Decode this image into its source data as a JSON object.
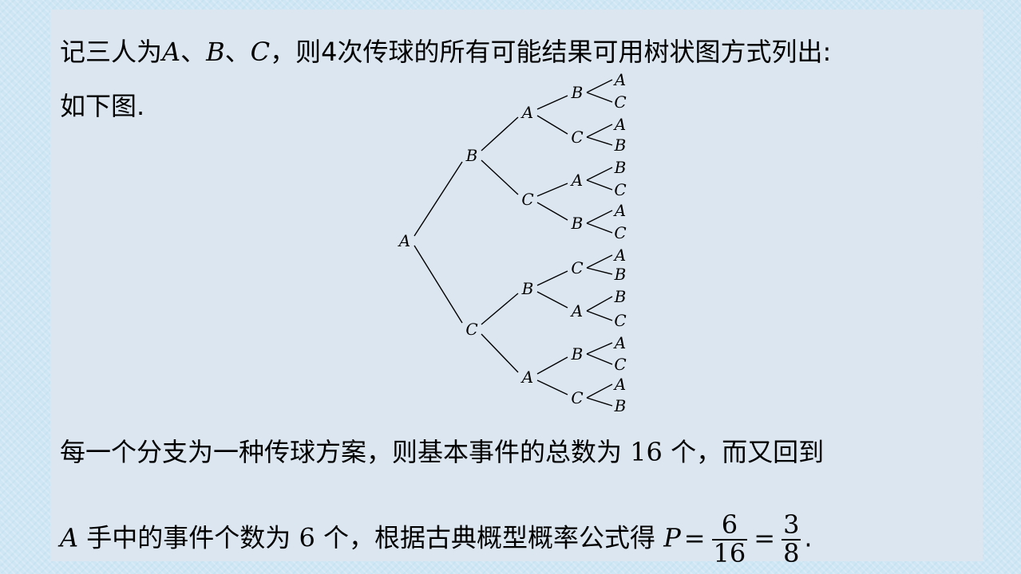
{
  "line1": {
    "prefix": "记三人为",
    "a": "A",
    "sep1": "、",
    "b": "B",
    "sep2": "、",
    "c": "C",
    "suffix": "，则4次传球的所有可能结果可用树状图方式列出:"
  },
  "line2": {
    "text": "如下图."
  },
  "tree": {
    "root": "A",
    "children": [
      {
        "label": "B",
        "children": [
          {
            "label": "A",
            "children": [
              {
                "label": "B",
                "leaves": [
                  "A",
                  "C"
                ]
              },
              {
                "label": "C",
                "leaves": [
                  "A",
                  "B"
                ]
              }
            ]
          },
          {
            "label": "C",
            "children": [
              {
                "label": "A",
                "leaves": [
                  "B",
                  "C"
                ]
              },
              {
                "label": "B",
                "leaves": [
                  "A",
                  "C"
                ]
              }
            ]
          }
        ]
      },
      {
        "label": "C",
        "children": [
          {
            "label": "B",
            "children": [
              {
                "label": "C",
                "leaves": [
                  "A",
                  "B"
                ]
              },
              {
                "label": "A",
                "leaves": [
                  "B",
                  "C"
                ]
              }
            ]
          },
          {
            "label": "A",
            "children": [
              {
                "label": "B",
                "leaves": [
                  "A",
                  "C"
                ]
              },
              {
                "label": "C",
                "leaves": [
                  "A",
                  "B"
                ]
              }
            ]
          }
        ]
      }
    ]
  },
  "line3": {
    "prefix": "每一个分支为一种传球方案，则基本事件的总数为 ",
    "count": "16",
    "suffix": " 个，而又回到"
  },
  "line4": {
    "a": "A",
    "middle1": " 手中的事件个数为 ",
    "count": "6",
    "middle2": " 个，根据古典概型概率公式得 ",
    "p": "P",
    "eq": "=",
    "frac1_num": "6",
    "frac1_den": "16",
    "frac2_num": "3",
    "frac2_den": "8",
    "end": "."
  }
}
